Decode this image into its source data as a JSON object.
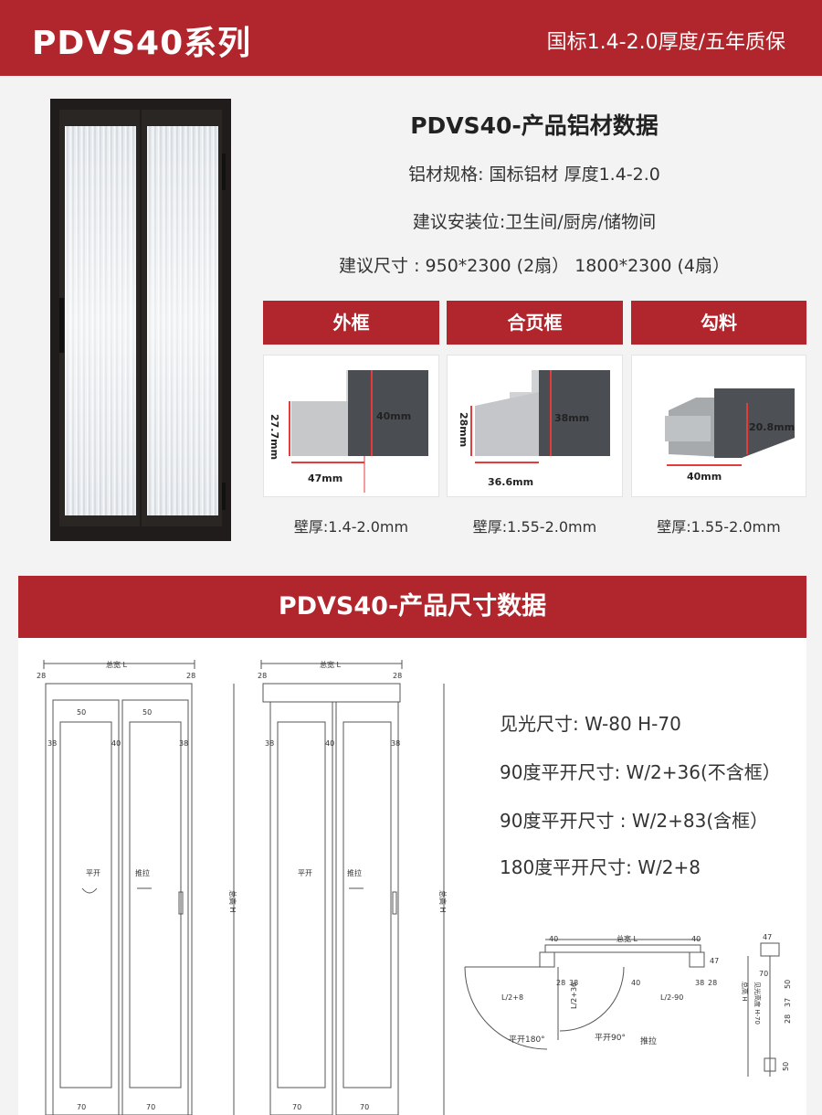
{
  "header": {
    "brand": "PDVS40系列",
    "tagline": "国标1.4-2.0厚度/五年质保"
  },
  "specs": {
    "title": "PDVS40-产品铝材数据",
    "material": "铝材规格: 国标铝材 厚度1.4-2.0",
    "location": "建议安装位:卫生间/厨房/储物间",
    "size": "建议尺寸 : 950*2300 (2扇） 1800*2300 (4扇）"
  },
  "parts": [
    {
      "name": "外框",
      "h_label": "27.7mm",
      "d_label": "40mm",
      "w_label": "47mm",
      "thickness": "壁厚:1.4-2.0mm"
    },
    {
      "name": "合页框",
      "h_label": "28mm",
      "d_label": "38mm",
      "w_label": "36.6mm",
      "thickness": "壁厚:1.55-2.0mm"
    },
    {
      "name": "勾料",
      "h_label": "20.8mm",
      "w_label": "40mm",
      "thickness": "壁厚:1.55-2.0mm"
    }
  ],
  "dimensions": {
    "title": "PDVS40-产品尺寸数据",
    "lines": [
      "见光尺寸: W-80 H-70",
      "90度平开尺寸: W/2+36(不含框）",
      "90度平开尺寸 : W/2+83(含框）",
      "180度平开尺寸: W/2+8"
    ]
  },
  "drawing": {
    "total_width": "总宽 L",
    "total_height": "总高 H",
    "frame": "28",
    "top_rail": "50",
    "stile": "38",
    "mid": "40",
    "bottom_rail": "70",
    "swing": "平开",
    "push": "推拉",
    "plan_w1": "L/2+8",
    "plan_w2": "L/2+36",
    "plan_w3": "L/2-90",
    "plan_40": "40",
    "plan_38": "38",
    "plan_28": "28",
    "plan_47": "47",
    "swing180": "平开180°",
    "swing90": "平开90°",
    "visible_h": "见光高度 H-70",
    "sec_50": "50",
    "sec_37": "37",
    "sec_70": "70"
  },
  "colors": {
    "accent": "#b0262c",
    "frame": "#1f1c1b"
  }
}
